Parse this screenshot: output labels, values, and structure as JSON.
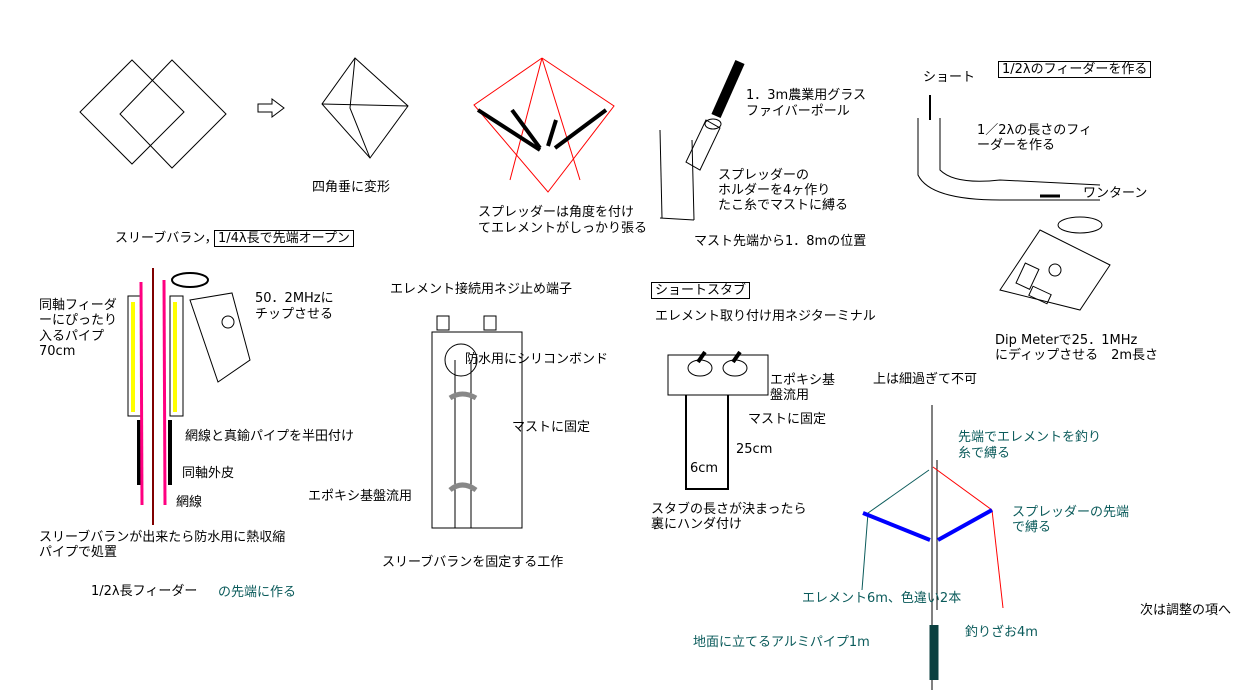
{
  "step1": {
    "caption": "四角垂に変形"
  },
  "step2": {
    "caption1": "スプレッダーは角度を付け",
    "caption2": "てエレメントがしっかり張る"
  },
  "step3": {
    "pole1": "1．3m農業用グラス",
    "pole2": "ファイバーポール",
    "holder1": "スプレッダーの",
    "holder2": "ホルダーを4ヶ作り",
    "holder3": "たこ糸でマストに縛る",
    "position": "マスト先端から1．8mの位置"
  },
  "step4": {
    "short": "ショート",
    "title": "1/2λのフィーダーを作る",
    "len1": "1／2λの長さのフィ",
    "len2": "ーダーを作る",
    "oneturn": "ワンターン",
    "dip1": "Dip Meterで25．1MHz",
    "dip2": "にディップさせる　2m長さ"
  },
  "balun": {
    "title": "スリーブバラン，",
    "boxed": "1/4λ長で先端オープン",
    "pipe1": "同軸フィーダ",
    "pipe2": "ーにぴったり",
    "pipe3": "入るパイプ",
    "pipe4": "70cm",
    "freq1": "50．2MHzに",
    "freq2": "チップさせる",
    "solder": "網線と真鍮パイプを半田付け",
    "jacket": "同軸外皮",
    "braid": "網線",
    "after1": "スリーブバランが出来たら防水用に熱収縮",
    "after2": "パイプで処置",
    "feeder": "1/2λ長フィーダー",
    "feeder_tip": "の先端に作る"
  },
  "mount": {
    "terminal": "エレメント接続用ネジ止め端子",
    "silicone": "防水用にシリコンボンド",
    "mast": "マストに固定",
    "epoxy": "エポキシ基盤流用",
    "caption": "スリーブバランを固定する工作"
  },
  "stub": {
    "title": "ショートスタブ",
    "terminal": "エレメント取り付け用ネジターミナル",
    "epoxy1": "エポキシ基",
    "epoxy2": "盤流用",
    "mast": "マストに固定",
    "len": "25cm",
    "width": "6cm",
    "after1": "スタブの長さが決まったら",
    "after2": "裏にハンダ付け"
  },
  "final": {
    "top": "上は細過ぎて不可",
    "tip1": "先端でエレメントを釣り",
    "tip2": "糸で縛る",
    "spreader1": "スプレッダーの先端",
    "spreader2": "で縛る",
    "element": "エレメント6m、色違い2本",
    "ground": "地面に立てるアルミパイプ1m",
    "rod": "釣りざお4m",
    "next": "次は調整の項へ"
  }
}
